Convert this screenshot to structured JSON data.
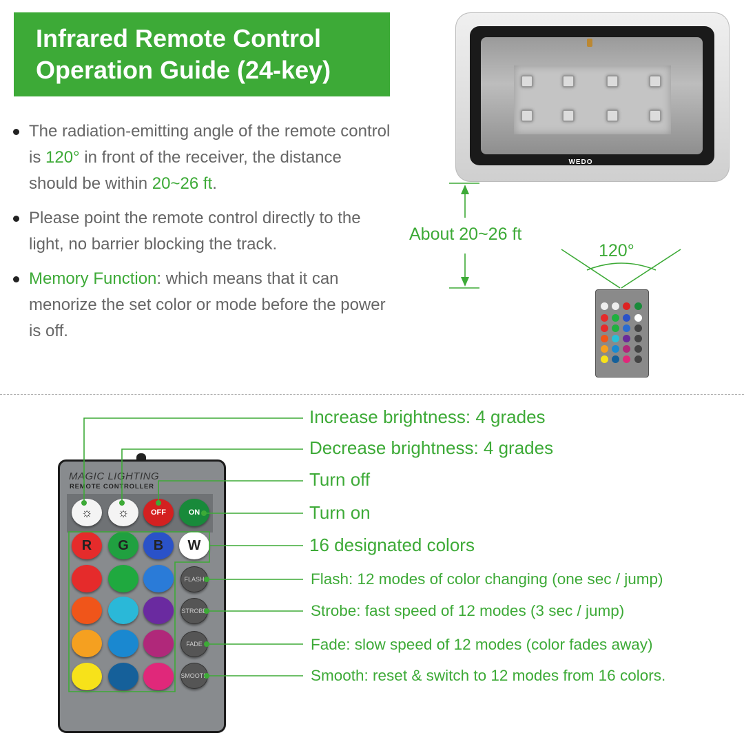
{
  "title": {
    "line1": "Infrared Remote Control",
    "line2": "Operation Guide (24-key)"
  },
  "bullets": {
    "b1": {
      "t1": "The radiation-emitting angle of the remote control is ",
      "angle": "120°",
      "t2": " in front of the receiver, the distance should be within ",
      "distance": "20~26 ft",
      "t3": "."
    },
    "b2": "Please point the remote control directly to the light, no barrier blocking the track.",
    "b3": {
      "label": "Memory Function",
      "text": ": which means that it can menorize the set color or mode before the power is off."
    }
  },
  "floodlight": {
    "brand": "WEDO"
  },
  "distance_label": "About 20~26 ft",
  "angle_label": "120°",
  "remote": {
    "brand": "MAGIC LIGHTING",
    "subtitle": "REMOTE CONTROLLER",
    "top_buttons": [
      "",
      "",
      "OFF",
      "ON"
    ],
    "color_letters": [
      "R",
      "G",
      "B",
      "W"
    ],
    "mode_buttons": [
      "FLASH",
      "STROBE",
      "FADE",
      "SMOOTH"
    ]
  },
  "annotations": {
    "increase": "Increase brightness: 4 grades",
    "decrease": "Decrease brightness: 4 grades",
    "off": "Turn off",
    "on": "Turn on",
    "colors": "16 designated colors",
    "flash": "Flash: 12 modes of color changing (one sec / jump)",
    "strobe": "Strobe: fast speed of 12 modes (3 sec / jump)",
    "fade": "Fade: slow speed of 12 modes (color fades away)",
    "smooth": "Smooth: reset & switch to 12 modes from 16 colors."
  },
  "colors": {
    "accent": "#3daa37",
    "text_gray": "#666666"
  }
}
